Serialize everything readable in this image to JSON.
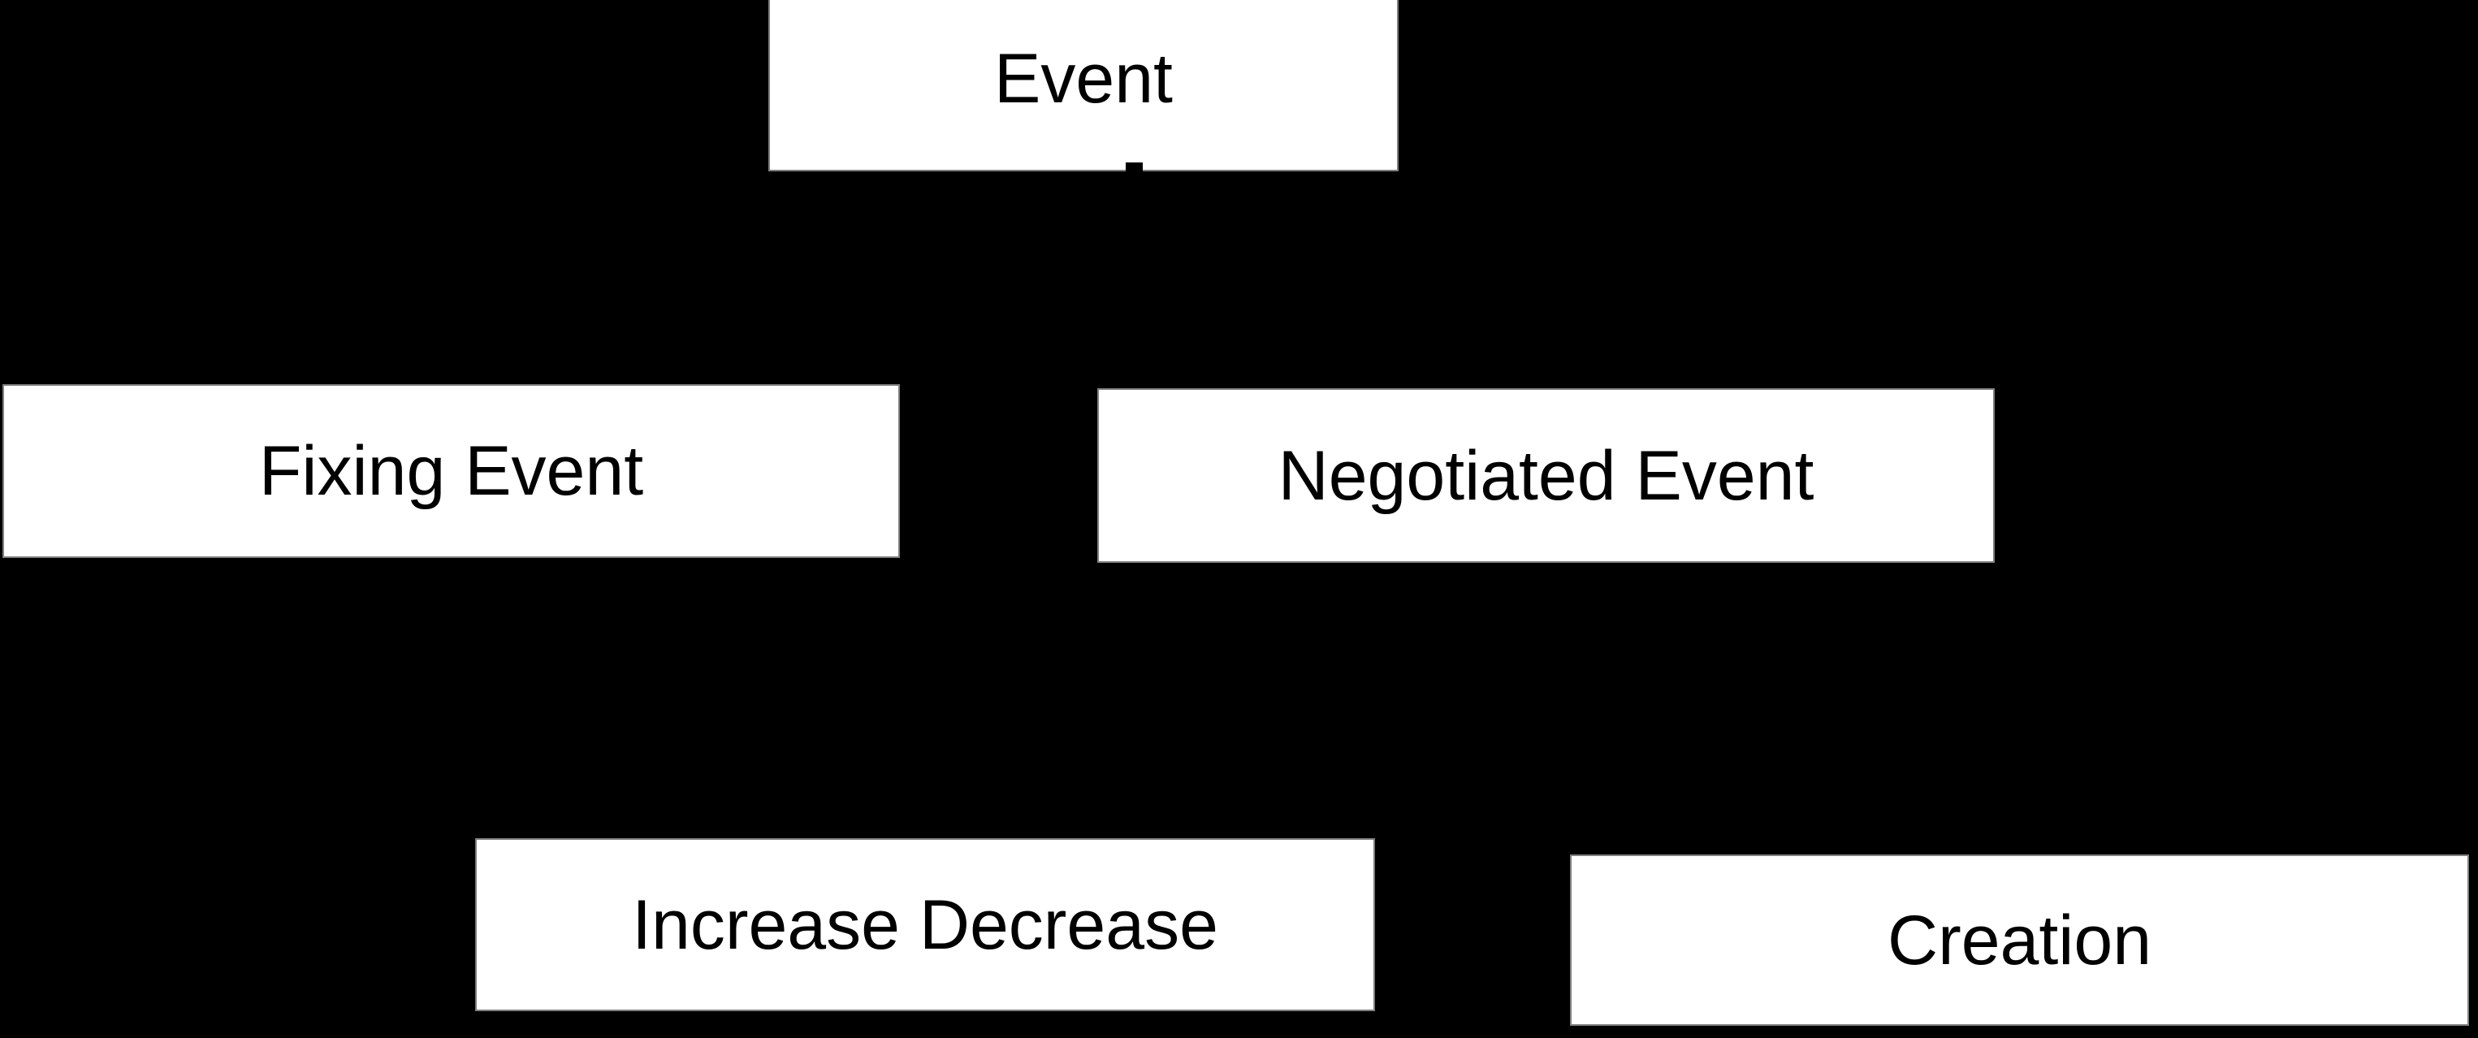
{
  "diagram": {
    "type": "hierarchy",
    "nodes": {
      "event": {
        "label": "Event"
      },
      "fixing_event": {
        "label": "Fixing Event"
      },
      "negotiated_event": {
        "label": "Negotiated Event"
      },
      "increase_decrease": {
        "label": "Increase Decrease"
      },
      "creation": {
        "label": "Creation"
      }
    },
    "colors": {
      "background": "#000000",
      "node_fill": "#ffffff",
      "node_border": "#7f7f7f",
      "node_text": "#000000"
    }
  }
}
